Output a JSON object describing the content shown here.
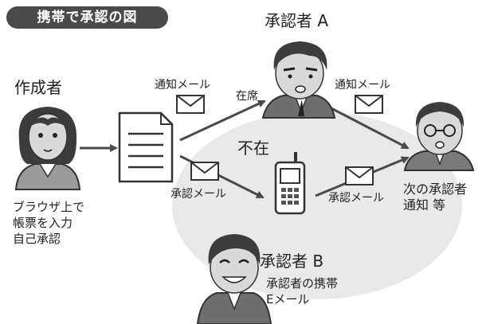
{
  "title": "携帯で承認の図",
  "actors": {
    "creator": {
      "name": "作成者",
      "note_lines": [
        "ブラウザ上で",
        "帳票を入力",
        "自己承認"
      ]
    },
    "approver_a": {
      "name": "承認者 A",
      "status": "在席"
    },
    "approver_b": {
      "name": "承認者 B",
      "status": "不在",
      "note_lines": [
        "承認者の携帯",
        "Eメール"
      ]
    },
    "next": {
      "note_lines": [
        "次の承認者",
        "通知 等"
      ]
    }
  },
  "mail_labels": {
    "to_a": "通知メール",
    "a_to_next": "通知メール",
    "to_b": "承認メール",
    "b_to_next": "承認メール"
  },
  "icons": {
    "document": "document-icon",
    "mail": "mail-envelope-icon",
    "phone": "mobile-phone-icon"
  },
  "colors": {
    "background": "#ffffff",
    "ink": "#2a2a2a",
    "title_pill": "#4a4a4a",
    "absent_zone": "#e8e8e8",
    "skin": "#d9d9d9",
    "hair": "#3c3c3c"
  }
}
